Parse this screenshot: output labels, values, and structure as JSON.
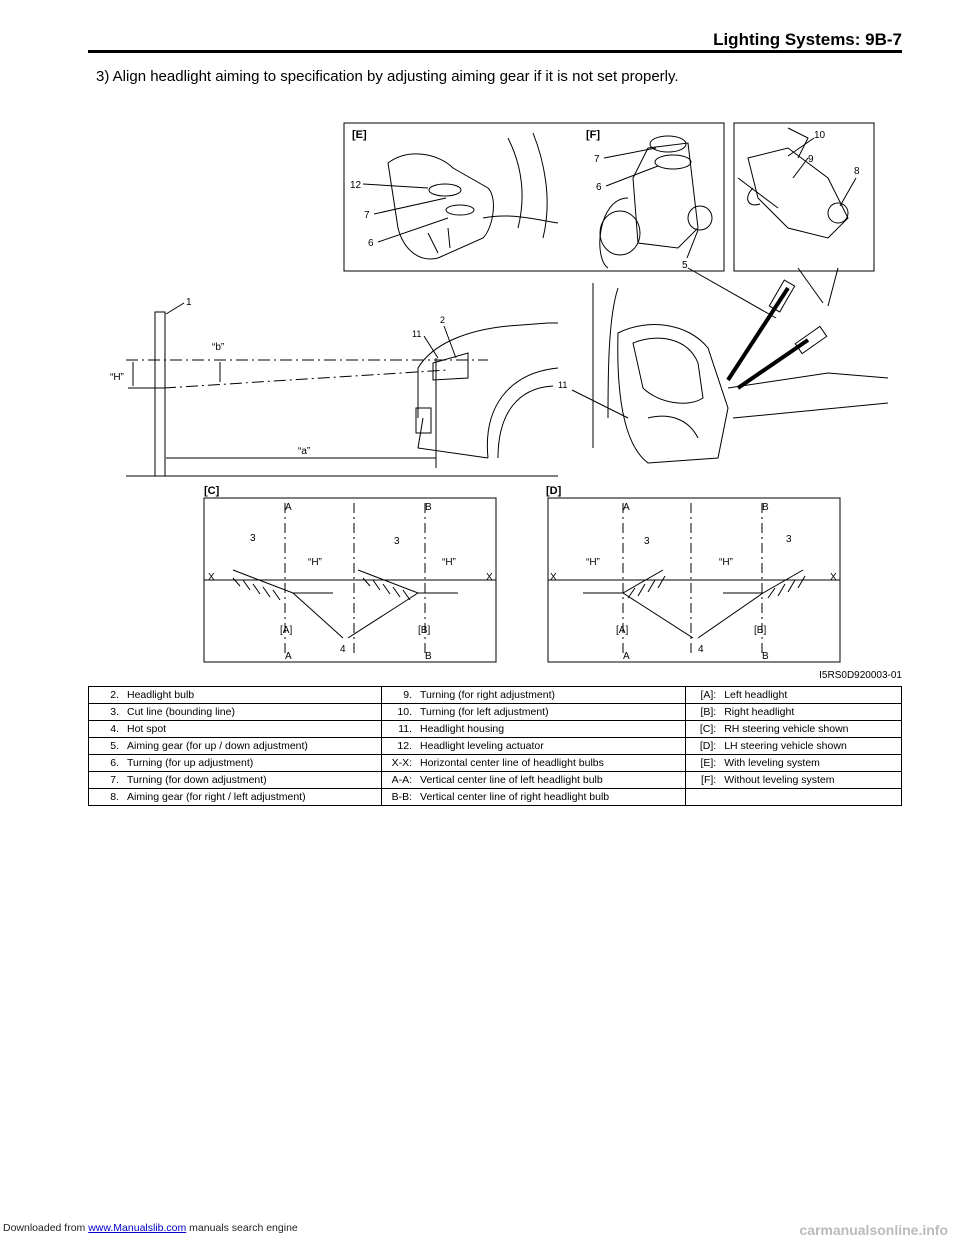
{
  "header": {
    "title": "Lighting Systems:    9B-7"
  },
  "instruction": "3) Align headlight aiming to specification by adjusting aiming gear if it is not set properly.",
  "figure": {
    "code": "I5RS0D920003-01",
    "labels": {
      "E": "[E]",
      "F": "[F]",
      "C": "[C]",
      "D": "[D]",
      "A": "A",
      "B": "B",
      "X": "X",
      "H": "“H”",
      "a": "“a”",
      "b": "“b”",
      "bracket_A": "[A]",
      "bracket_B": "[B]",
      "n1": "1",
      "n2": "2",
      "n3": "3",
      "n4": "4",
      "n5": "5",
      "n6": "6",
      "n7": "7",
      "n8": "8",
      "n9": "9",
      "n10": "10",
      "n11": "11",
      "n12": "12"
    }
  },
  "legend": {
    "rows": [
      [
        {
          "k": "2.",
          "v": "Headlight bulb"
        },
        {
          "k": "9.",
          "v": "Turning (for right adjustment)"
        },
        {
          "k": "[A]:",
          "v": "Left headlight"
        }
      ],
      [
        {
          "k": "3.",
          "v": "Cut line (bounding line)"
        },
        {
          "k": "10.",
          "v": "Turning (for left adjustment)"
        },
        {
          "k": "[B]:",
          "v": "Right headlight"
        }
      ],
      [
        {
          "k": "4.",
          "v": "Hot spot"
        },
        {
          "k": "11.",
          "v": "Headlight housing"
        },
        {
          "k": "[C]:",
          "v": "RH steering vehicle shown"
        }
      ],
      [
        {
          "k": "5.",
          "v": "Aiming gear (for up / down adjustment)"
        },
        {
          "k": "12.",
          "v": "Headlight leveling actuator"
        },
        {
          "k": "[D]:",
          "v": "LH steering vehicle shown"
        }
      ],
      [
        {
          "k": "6.",
          "v": "Turning (for up adjustment)"
        },
        {
          "k": "X-X:",
          "v": "Horizontal center line of headlight bulbs"
        },
        {
          "k": "[E]:",
          "v": "With leveling system"
        }
      ],
      [
        {
          "k": "7.",
          "v": "Turning (for down adjustment)"
        },
        {
          "k": "A-A:",
          "v": "Vertical center line of left headlight bulb"
        },
        {
          "k": "[F]:",
          "v": "Without leveling system"
        }
      ],
      [
        {
          "k": "8.",
          "v": "Aiming gear (for right / left adjustment)"
        },
        {
          "k": "B-B:",
          "v": "Vertical center line of right headlight bulb"
        },
        {
          "k": "",
          "v": ""
        }
      ]
    ]
  },
  "footer": {
    "prefix": "Downloaded from ",
    "link": "www.Manualslib.com",
    "suffix": "  manuals search engine",
    "watermark": "carmanualsonline.info"
  }
}
